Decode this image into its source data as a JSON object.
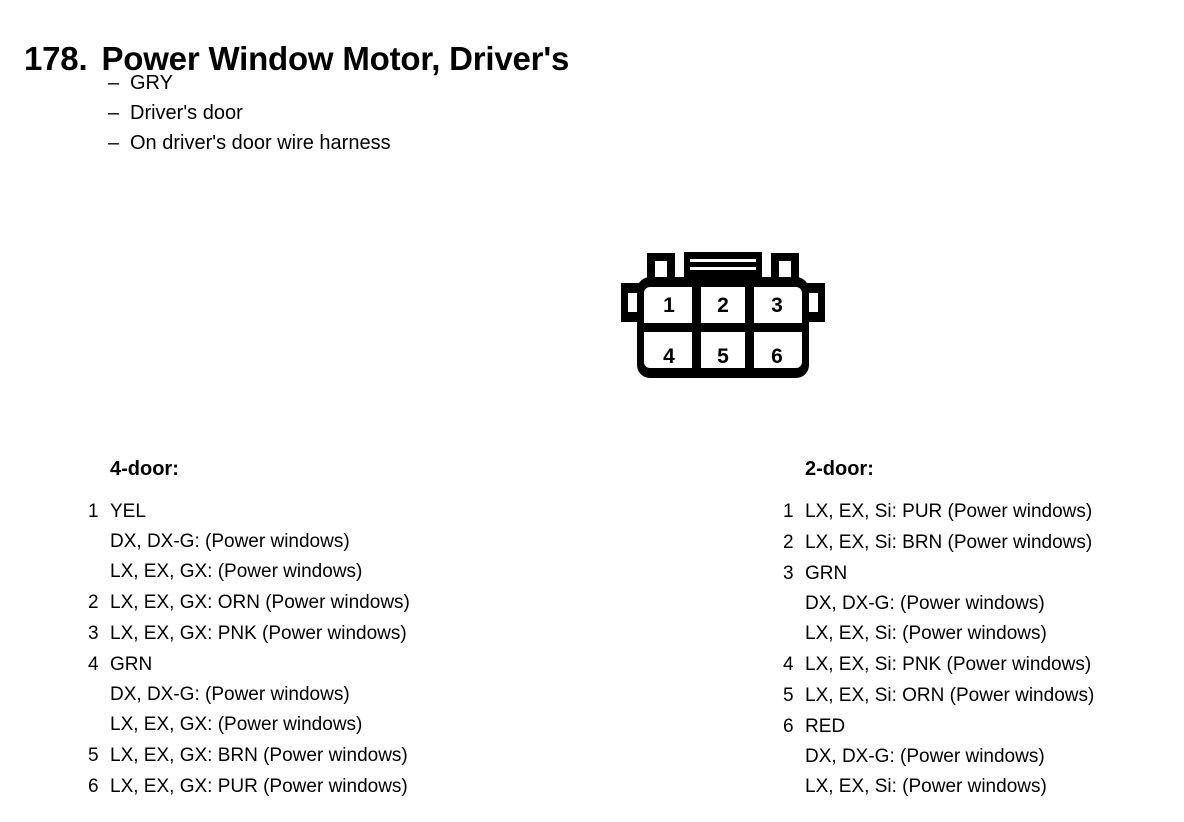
{
  "header": {
    "number": "178.",
    "title": "Power Window Motor, Driver's",
    "specs": [
      {
        "dash": "–",
        "text": "GRY"
      },
      {
        "dash": "–",
        "text": "Driver's door"
      },
      {
        "dash": "–",
        "text": "On driver's door wire harness"
      }
    ]
  },
  "connector": {
    "name": "6-pin connector",
    "rows": 2,
    "columns": 3,
    "pins": [
      "1",
      "2",
      "3",
      "4",
      "5",
      "6"
    ],
    "outline_color": "#000000",
    "fill_color": "#ffffff"
  },
  "columns": [
    {
      "heading": "4-door:",
      "entries": [
        {
          "index": "1",
          "lines": [
            "YEL",
            "DX, DX-G: (Power windows)",
            "LX, EX, GX: (Power windows)"
          ]
        },
        {
          "index": "2",
          "lines": [
            "LX, EX, GX: ORN (Power windows)"
          ]
        },
        {
          "index": "3",
          "lines": [
            "LX, EX, GX: PNK (Power windows)"
          ]
        },
        {
          "index": "4",
          "lines": [
            "GRN",
            "DX, DX-G: (Power windows)",
            "LX, EX, GX: (Power windows)"
          ]
        },
        {
          "index": "5",
          "lines": [
            "LX, EX, GX: BRN (Power windows)"
          ]
        },
        {
          "index": "6",
          "lines": [
            "LX, EX, GX: PUR (Power windows)"
          ]
        }
      ]
    },
    {
      "heading": "2-door:",
      "entries": [
        {
          "index": "1",
          "lines": [
            "LX, EX, Si: PUR (Power windows)"
          ]
        },
        {
          "index": "2",
          "lines": [
            "LX, EX, Si: BRN (Power windows)"
          ]
        },
        {
          "index": "3",
          "lines": [
            "GRN",
            "DX, DX-G: (Power windows)",
            "LX, EX, Si: (Power windows)"
          ]
        },
        {
          "index": "4",
          "lines": [
            "LX, EX, Si: PNK (Power windows)"
          ]
        },
        {
          "index": "5",
          "lines": [
            "LX, EX, Si: ORN (Power windows)"
          ]
        },
        {
          "index": "6",
          "lines": [
            "RED",
            "DX, DX-G: (Power windows)",
            "LX, EX, Si: (Power windows)"
          ]
        }
      ]
    }
  ]
}
